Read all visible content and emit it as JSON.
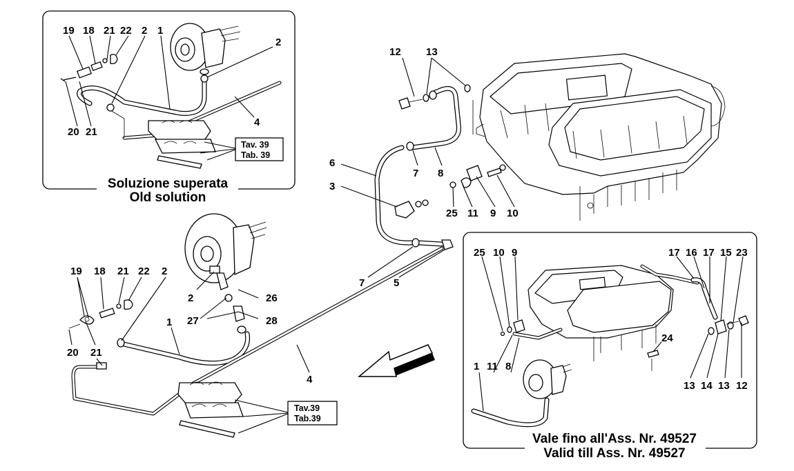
{
  "captions": {
    "old_solution_it": "Soluzione superata",
    "old_solution_en": "Old solution",
    "valid_till_it": "Vale fino all'Ass. Nr. 49527",
    "valid_till_en": "Valid till Ass. Nr. 49527"
  },
  "reference_boxes": {
    "old_solution": {
      "line1": "Tav. 39",
      "line2": "Tab. 39"
    },
    "main": {
      "line1": "Tav.39",
      "line2": "Tab.39"
    }
  },
  "callouts": {
    "top_left": [
      "19",
      "18",
      "21",
      "22",
      "2",
      "1",
      "2",
      "4",
      "20",
      "21"
    ],
    "lower_left": [
      "19",
      "18",
      "21",
      "22",
      "2",
      "1",
      "20",
      "21",
      "2",
      "26",
      "27",
      "28",
      "4"
    ],
    "center": [
      "12",
      "13",
      "6",
      "3",
      "7",
      "8",
      "25",
      "11",
      "9",
      "10",
      "7",
      "5"
    ],
    "bottom_right": [
      "25",
      "10",
      "9",
      "17",
      "16",
      "17",
      "15",
      "23",
      "24",
      "1",
      "11",
      "8",
      "13",
      "14",
      "13",
      "12"
    ]
  },
  "icons": [
    "brake-booster-icon",
    "engine-intake-plenum-icon",
    "hose-clamp-icon",
    "one-way-valve-icon",
    "direction-arrow-icon"
  ]
}
